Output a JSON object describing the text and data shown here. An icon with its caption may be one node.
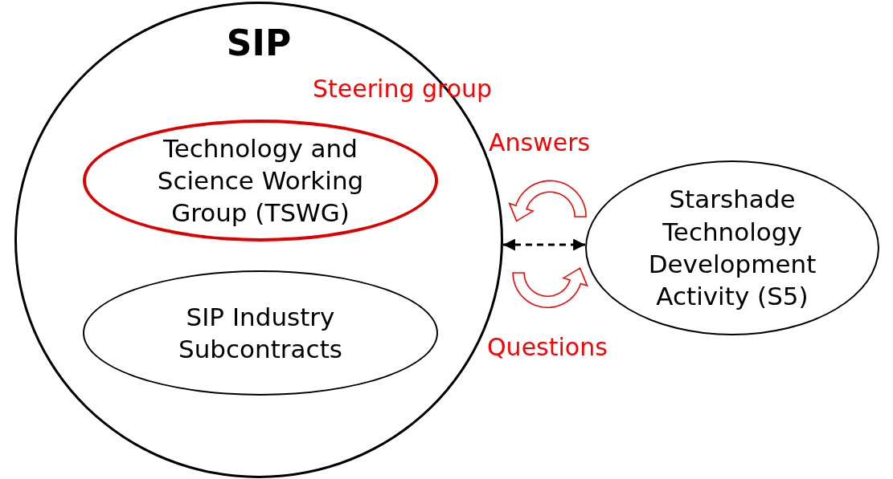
{
  "diagram": {
    "nodes": [
      {
        "text": [
          "SIP"
        ]
      },
      {
        "text": [
          "Technology and Science Working Group (TSWG)"
        ],
        "in": 0,
        "beside": [
          "Steering group"
        ]
      },
      {
        "text": [
          "SIP Industry Subcontracts"
        ],
        "in": 0
      },
      {
        "text": [
          "Starshade Technology Development Activity (S5)"
        ]
      }
    ],
    "edges": [
      {
        "from": 0,
        "to": 3,
        "arrow": "both",
        "style": "dashed",
        "color": "#000000"
      },
      {
        "from": 3,
        "to": 0,
        "arrow": "to",
        "label": "Answers",
        "color": "#ff0000"
      },
      {
        "from": 0,
        "to": 3,
        "arrow": "to",
        "label": "Questions",
        "color": "#ff0000"
      }
    ]
  }
}
